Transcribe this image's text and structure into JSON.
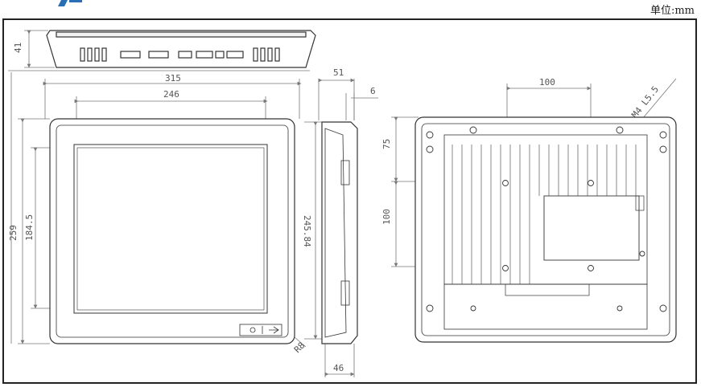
{
  "unit_label": "单位:mm",
  "dims": {
    "top_depth": "41",
    "outer_width": "315",
    "screen_width": "246",
    "outer_height": "259",
    "screen_height": "184.5",
    "side_top": "51",
    "side_flange": "6",
    "side_height": "245.84",
    "side_bottom": "46",
    "corner_radius": "R8",
    "rear_hole_spacing_h": "100",
    "rear_hole_spacing_v": "100",
    "rear_top_offset": "75",
    "rear_hole_spec": "4-M4 L5.5"
  },
  "colors": {
    "line": "#333333",
    "dim": "#777777",
    "logo": "#2a6fb6"
  }
}
